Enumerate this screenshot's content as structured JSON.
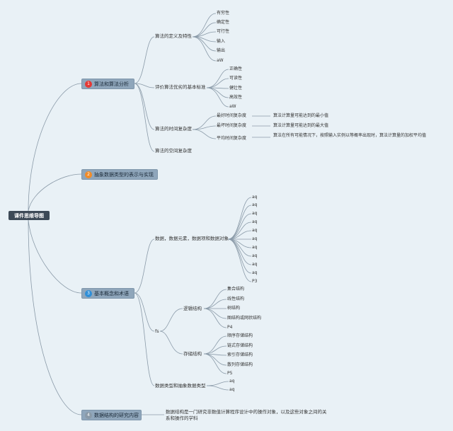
{
  "root": "课件思维导图",
  "branches": [
    {
      "num": "1",
      "label": "算法和算法分析",
      "color": "#e53935"
    },
    {
      "num": "2",
      "label": "抽象数据类型的表示与实现",
      "color": "#f28c28"
    },
    {
      "num": "3",
      "label": "基本概念和术语",
      "color": "#2f8fd8"
    },
    {
      "num": "4",
      "label": "数据结构的研究内容",
      "color": "#8a9aa8"
    }
  ],
  "algo": {
    "def": "算法的定义及特性",
    "def_items": [
      "有穷性",
      "确定性",
      "可行性",
      "输入",
      "输出",
      "aW"
    ],
    "eval": "评价算法优劣的基本标准",
    "eval_items": [
      "正确性",
      "可读性",
      "健壮性",
      "高效性",
      "aW"
    ],
    "time": "算法的时间复杂度",
    "time_items": [
      "最好时间复杂度",
      "最坏时间复杂度",
      "平均时间复杂度"
    ],
    "time_notes": [
      "算法计算量可能达到的最小值",
      "算法计算量可能达到的最大值",
      "算法在所有可能情况下，按照输入实例以等概率出现时，算法计算量的加权平均值"
    ],
    "space": "算法的空间复杂度"
  },
  "concepts": {
    "data": "数据，数据元素，数据项和数据对象",
    "data_items": [
      "aq",
      "aq",
      "aq",
      "aq",
      "aq",
      "aq",
      "aq",
      "aq",
      "aq",
      "aq",
      "P3"
    ],
    "fs": "fs",
    "logic": "逻辑结构",
    "logic_items": [
      "集合结构",
      "线性结构",
      "树结构",
      "图结构或网状结构",
      "P4"
    ],
    "storage": "存储结构",
    "storage_items": [
      "顺序存储结构",
      "链式存储结构",
      "索引存储结构",
      "散列存储结构",
      "P5"
    ],
    "types": "数据类型和抽象数据类型",
    "types_items": [
      "aq",
      "aq"
    ]
  },
  "research": "数据结构是一门研究非数值计算程序设计中的操作对象，以及这些对象之间的关系和操作的学科"
}
